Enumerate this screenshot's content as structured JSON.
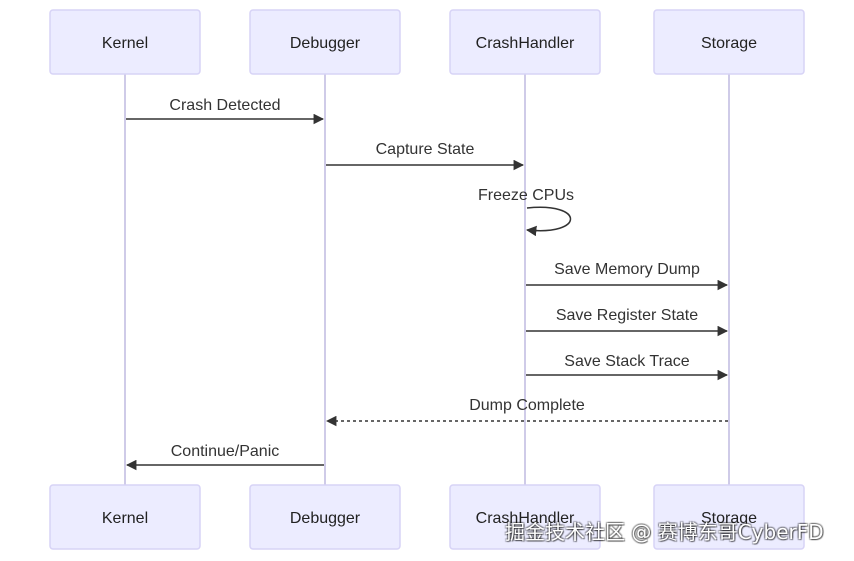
{
  "diagram": {
    "type": "sequence",
    "participants": [
      {
        "id": "kernel",
        "label": "Kernel"
      },
      {
        "id": "debugger",
        "label": "Debugger"
      },
      {
        "id": "crashhandler",
        "label": "CrashHandler"
      },
      {
        "id": "storage",
        "label": "Storage"
      }
    ],
    "messages": [
      {
        "from": "kernel",
        "to": "debugger",
        "label": "Crash Detected",
        "style": "solid"
      },
      {
        "from": "debugger",
        "to": "crashhandler",
        "label": "Capture State",
        "style": "solid"
      },
      {
        "from": "crashhandler",
        "to": "crashhandler",
        "label": "Freeze CPUs",
        "style": "solid"
      },
      {
        "from": "crashhandler",
        "to": "storage",
        "label": "Save Memory Dump",
        "style": "solid"
      },
      {
        "from": "crashhandler",
        "to": "storage",
        "label": "Save Register State",
        "style": "solid"
      },
      {
        "from": "crashhandler",
        "to": "storage",
        "label": "Save Stack Trace",
        "style": "solid"
      },
      {
        "from": "storage",
        "to": "debugger",
        "label": "Dump Complete",
        "style": "dashed"
      },
      {
        "from": "debugger",
        "to": "kernel",
        "label": "Continue/Panic",
        "style": "solid"
      }
    ]
  },
  "watermark": "掘金技术社区 @ 赛博东哥CyberFD",
  "colors": {
    "actor_fill": "#ECECFF",
    "actor_stroke": "#D7D3F6",
    "lifeline": "#CFCBE8",
    "message": "#333333"
  }
}
